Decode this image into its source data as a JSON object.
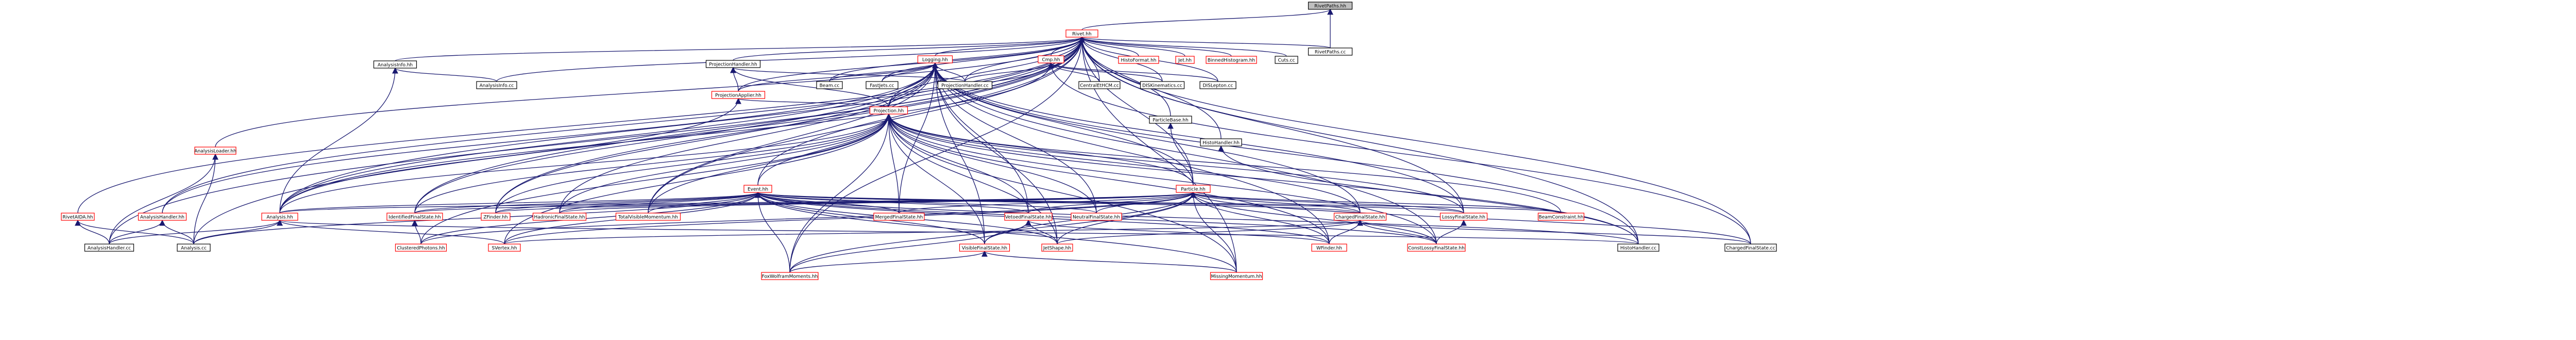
{
  "theme": {
    "edge_color": "#191970",
    "node_border_black": "#000000",
    "node_border_red": "#ff0000",
    "root_fill": "#bfbfbf",
    "background": "#ffffff"
  },
  "graph": {
    "root": "RivetPaths.hh",
    "nodes": [
      {
        "id": "rivetpaths_hh",
        "label": "RivetPaths.hh",
        "style": "root"
      },
      {
        "id": "rivet_hh",
        "label": "Rivet.hh",
        "style": "red"
      },
      {
        "id": "rivetpaths_cc",
        "label": "RivetPaths.cc",
        "style": "black"
      },
      {
        "id": "analysisinfo_hh",
        "label": "AnalysisInfo.hh",
        "style": "black"
      },
      {
        "id": "projectionhandler_hh",
        "label": "ProjectionHandler.hh",
        "style": "black"
      },
      {
        "id": "logging_hh",
        "label": "Logging.hh",
        "style": "red"
      },
      {
        "id": "cmp_hh",
        "label": "Cmp.hh",
        "style": "red"
      },
      {
        "id": "histoformat_hh",
        "label": "HistoFormat.hh",
        "style": "red"
      },
      {
        "id": "jet_hh",
        "label": "Jet.hh",
        "style": "red"
      },
      {
        "id": "binnedhistogram_hh",
        "label": "BinnedHistogram.hh",
        "style": "red"
      },
      {
        "id": "cuts_cc",
        "label": "Cuts.cc",
        "style": "black"
      },
      {
        "id": "analysisinfo_cc",
        "label": "AnalysisInfo.cc",
        "style": "black"
      },
      {
        "id": "beam_cc",
        "label": "Beam.cc",
        "style": "black"
      },
      {
        "id": "fastjets_cc",
        "label": "FastJets.cc",
        "style": "black"
      },
      {
        "id": "projectionhandler_cc",
        "label": "ProjectionHandler.cc",
        "style": "black"
      },
      {
        "id": "centralethcm_cc",
        "label": "CentralEtHCM.cc",
        "style": "black"
      },
      {
        "id": "diskinematics_cc",
        "label": "DISKinematics.cc",
        "style": "black"
      },
      {
        "id": "dislepton_cc",
        "label": "DISLepton.cc",
        "style": "black"
      },
      {
        "id": "projectionapplier_hh",
        "label": "ProjectionApplier.hh",
        "style": "red"
      },
      {
        "id": "projection_hh",
        "label": "Projection.hh",
        "style": "red"
      },
      {
        "id": "particlebase_hh",
        "label": "ParticleBase.hh",
        "style": "black"
      },
      {
        "id": "histohandler_hh",
        "label": "HistoHandler.hh",
        "style": "black"
      },
      {
        "id": "analysisloader_hh",
        "label": "AnalysisLoader.hh",
        "style": "red"
      },
      {
        "id": "event_hh",
        "label": "Event.hh",
        "style": "red"
      },
      {
        "id": "particle_hh",
        "label": "Particle.hh",
        "style": "red"
      },
      {
        "id": "rivetaida_hh",
        "label": "RivetAIDA.hh",
        "style": "red"
      },
      {
        "id": "analysishandler_hh",
        "label": "AnalysisHandler.hh",
        "style": "red"
      },
      {
        "id": "analysis_hh",
        "label": "Analysis.hh",
        "style": "red"
      },
      {
        "id": "identifiedfinalstate_hh",
        "label": "IdentifiedFinalState.hh",
        "style": "red"
      },
      {
        "id": "zfinder_hh",
        "label": "ZFinder.hh",
        "style": "red"
      },
      {
        "id": "hadronicfinalstate_hh",
        "label": "HadronicFinalState.hh",
        "style": "red"
      },
      {
        "id": "totalvisiblemomentum_hh",
        "label": "TotalVisibleMomentum.hh",
        "style": "red"
      },
      {
        "id": "mergedfinalstate_hh",
        "label": "MergedFinalState.hh",
        "style": "red"
      },
      {
        "id": "vetoedfinalstate_hh",
        "label": "VetoedFinalState.hh",
        "style": "red"
      },
      {
        "id": "neutralfinalstate_hh",
        "label": "NeutralFinalState.hh",
        "style": "red"
      },
      {
        "id": "chargedfinalstate_hh",
        "label": "ChargedFinalState.hh",
        "style": "red"
      },
      {
        "id": "lossyfinalstate_hh",
        "label": "LossyFinalState.hh",
        "style": "red"
      },
      {
        "id": "beamconstraint_hh",
        "label": "BeamConstraint.hh",
        "style": "red"
      },
      {
        "id": "analysishandler_cc",
        "label": "AnalysisHandler.cc",
        "style": "black"
      },
      {
        "id": "analysis_cc",
        "label": "Analysis.cc",
        "style": "black"
      },
      {
        "id": "clusteredphotons_hh",
        "label": "ClusteredPhotons.hh",
        "style": "red"
      },
      {
        "id": "sivertex_hh",
        "label": "SVertex.hh",
        "style": "red"
      },
      {
        "id": "visiblefinalstate_hh",
        "label": "VisibleFinalState.hh",
        "style": "red"
      },
      {
        "id": "jetshape_hh",
        "label": "JetShape.hh",
        "style": "red"
      },
      {
        "id": "wfinder_hh",
        "label": "WFinder.hh",
        "style": "red"
      },
      {
        "id": "constlossyfinalstate_hh",
        "label": "ConstLossyFinalState.hh",
        "style": "red"
      },
      {
        "id": "histohandler_cc",
        "label": "HistoHandler.cc",
        "style": "black"
      },
      {
        "id": "chargedfinalstate_cc",
        "label": "ChargedFinalState.cc",
        "style": "black"
      },
      {
        "id": "foxwolframmoments_hh",
        "label": "FoxWolframMoments.hh",
        "style": "red"
      },
      {
        "id": "missingmomentum_hh",
        "label": "MissingMomentum.hh",
        "style": "red"
      }
    ],
    "edges": [
      [
        "rivetpaths_hh",
        "rivet_hh"
      ],
      [
        "rivetpaths_hh",
        "rivetpaths_cc"
      ],
      [
        "rivet_hh",
        "analysisinfo_hh"
      ],
      [
        "rivet_hh",
        "projectionhandler_hh"
      ],
      [
        "rivet_hh",
        "logging_hh"
      ],
      [
        "rivet_hh",
        "cmp_hh"
      ],
      [
        "rivet_hh",
        "histoformat_hh"
      ],
      [
        "rivet_hh",
        "jet_hh"
      ],
      [
        "rivet_hh",
        "binnedhistogram_hh"
      ],
      [
        "rivet_hh",
        "cuts_cc"
      ],
      [
        "rivet_hh",
        "rivetpaths_cc"
      ],
      [
        "rivet_hh",
        "analysisinfo_cc"
      ],
      [
        "rivet_hh",
        "beam_cc"
      ],
      [
        "rivet_hh",
        "fastjets_cc"
      ],
      [
        "rivet_hh",
        "projectionhandler_cc"
      ],
      [
        "rivet_hh",
        "centralethcm_cc"
      ],
      [
        "rivet_hh",
        "diskinematics_cc"
      ],
      [
        "rivet_hh",
        "dislepton_cc"
      ],
      [
        "rivet_hh",
        "particlebase_hh"
      ],
      [
        "rivet_hh",
        "histohandler_hh"
      ],
      [
        "rivet_hh",
        "analysisloader_hh"
      ],
      [
        "rivet_hh",
        "rivetaida_hh"
      ],
      [
        "rivet_hh",
        "analysishandler_hh"
      ],
      [
        "rivet_hh",
        "analysis_hh"
      ],
      [
        "rivet_hh",
        "event_hh"
      ],
      [
        "rivet_hh",
        "particle_hh"
      ],
      [
        "rivet_hh",
        "projection_hh"
      ],
      [
        "rivet_hh",
        "projectionapplier_hh"
      ],
      [
        "rivet_hh",
        "chargedfinalstate_cc"
      ],
      [
        "rivet_hh",
        "histohandler_cc"
      ],
      [
        "rivet_hh",
        "analysishandler_cc"
      ],
      [
        "rivet_hh",
        "analysis_cc"
      ],
      [
        "rivet_hh",
        "identifiedfinalstate_hh"
      ],
      [
        "rivet_hh",
        "totalvisiblemomentum_hh"
      ],
      [
        "rivet_hh",
        "zfinder_hh"
      ],
      [
        "rivet_hh",
        "missingmomentum_hh"
      ],
      [
        "rivet_hh",
        "foxwolframmoments_hh"
      ],
      [
        "rivet_hh",
        "lossyfinalstate_hh"
      ],
      [
        "analysisinfo_hh",
        "analysisinfo_cc"
      ],
      [
        "analysisinfo_hh",
        "analysis_hh"
      ],
      [
        "projectionhandler_hh",
        "projectionapplier_hh"
      ],
      [
        "projectionhandler_hh",
        "projectionhandler_cc"
      ],
      [
        "projectionhandler_hh",
        "projection_hh"
      ],
      [
        "logging_hh",
        "projectionapplier_hh"
      ],
      [
        "logging_hh",
        "projection_hh"
      ],
      [
        "logging_hh",
        "beam_cc"
      ],
      [
        "logging_hh",
        "fastjets_cc"
      ],
      [
        "logging_hh",
        "projectionhandler_cc"
      ],
      [
        "logging_hh",
        "analysis_hh"
      ],
      [
        "logging_hh",
        "analysishandler_hh"
      ],
      [
        "logging_hh",
        "particle_hh"
      ],
      [
        "logging_hh",
        "mergedfinalstate_hh"
      ],
      [
        "logging_hh",
        "vetoedfinalstate_hh"
      ],
      [
        "logging_hh",
        "visiblefinalstate_hh"
      ],
      [
        "logging_hh",
        "neutralfinalstate_hh"
      ],
      [
        "logging_hh",
        "identifiedfinalstate_hh"
      ],
      [
        "logging_hh",
        "hadronicfinalstate_hh"
      ],
      [
        "logging_hh",
        "chargedfinalstate_hh"
      ],
      [
        "logging_hh",
        "lossyfinalstate_hh"
      ],
      [
        "logging_hh",
        "jetshape_hh"
      ],
      [
        "logging_hh",
        "zfinder_hh"
      ],
      [
        "logging_hh",
        "totalvisiblemomentum_hh"
      ],
      [
        "logging_hh",
        "wfinder_hh"
      ],
      [
        "logging_hh",
        "constlossyfinalstate_hh"
      ],
      [
        "logging_hh",
        "histohandler_cc"
      ],
      [
        "cmp_hh",
        "centralethcm_cc"
      ],
      [
        "cmp_hh",
        "diskinematics_cc"
      ],
      [
        "cmp_hh",
        "dislepton_cc"
      ],
      [
        "cmp_hh",
        "projectionhandler_cc"
      ],
      [
        "cmp_hh",
        "projection_hh"
      ],
      [
        "cmp_hh",
        "chargedfinalstate_cc"
      ],
      [
        "cmp_hh",
        "analysis_hh"
      ],
      [
        "projectionapplier_hh",
        "projection_hh"
      ],
      [
        "projectionapplier_hh",
        "analysis_hh"
      ],
      [
        "projection_hh",
        "event_hh"
      ],
      [
        "projection_hh",
        "particle_hh"
      ],
      [
        "projection_hh",
        "identifiedfinalstate_hh"
      ],
      [
        "projection_hh",
        "zfinder_hh"
      ],
      [
        "projection_hh",
        "hadronicfinalstate_hh"
      ],
      [
        "projection_hh",
        "totalvisiblemomentum_hh"
      ],
      [
        "projection_hh",
        "mergedfinalstate_hh"
      ],
      [
        "projection_hh",
        "vetoedfinalstate_hh"
      ],
      [
        "projection_hh",
        "neutralfinalstate_hh"
      ],
      [
        "projection_hh",
        "chargedfinalstate_hh"
      ],
      [
        "projection_hh",
        "lossyfinalstate_hh"
      ],
      [
        "projection_hh",
        "beamconstraint_hh"
      ],
      [
        "projection_hh",
        "visiblefinalstate_hh"
      ],
      [
        "projection_hh",
        "jetshape_hh"
      ],
      [
        "projection_hh",
        "wfinder_hh"
      ],
      [
        "projection_hh",
        "constlossyfinalstate_hh"
      ],
      [
        "projection_hh",
        "analysis_hh"
      ],
      [
        "projection_hh",
        "clusteredphotons_hh"
      ],
      [
        "projection_hh",
        "sivertex_hh"
      ],
      [
        "projection_hh",
        "histohandler_cc"
      ],
      [
        "projection_hh",
        "foxwolframmoments_hh"
      ],
      [
        "projection_hh",
        "missingmomentum_hh"
      ],
      [
        "particlebase_hh",
        "particle_hh"
      ],
      [
        "histohandler_hh",
        "histohandler_cc"
      ],
      [
        "analysisloader_hh",
        "analysis_cc"
      ],
      [
        "analysisloader_hh",
        "analysishandler_cc"
      ],
      [
        "event_hh",
        "analysis_hh"
      ],
      [
        "event_hh",
        "identifiedfinalstate_hh"
      ],
      [
        "event_hh",
        "zfinder_hh"
      ],
      [
        "event_hh",
        "hadronicfinalstate_hh"
      ],
      [
        "event_hh",
        "totalvisiblemomentum_hh"
      ],
      [
        "event_hh",
        "mergedfinalstate_hh"
      ],
      [
        "event_hh",
        "vetoedfinalstate_hh"
      ],
      [
        "event_hh",
        "neutralfinalstate_hh"
      ],
      [
        "event_hh",
        "chargedfinalstate_hh"
      ],
      [
        "event_hh",
        "lossyfinalstate_hh"
      ],
      [
        "event_hh",
        "beamconstraint_hh"
      ],
      [
        "event_hh",
        "clusteredphotons_hh"
      ],
      [
        "event_hh",
        "sivertex_hh"
      ],
      [
        "event_hh",
        "visiblefinalstate_hh"
      ],
      [
        "event_hh",
        "jetshape_hh"
      ],
      [
        "event_hh",
        "wfinder_hh"
      ],
      [
        "event_hh",
        "constlossyfinalstate_hh"
      ],
      [
        "event_hh",
        "foxwolframmoments_hh"
      ],
      [
        "event_hh",
        "missingmomentum_hh"
      ],
      [
        "event_hh",
        "histohandler_cc"
      ],
      [
        "event_hh",
        "analysis_cc"
      ],
      [
        "particle_hh",
        "identifiedfinalstate_hh"
      ],
      [
        "particle_hh",
        "zfinder_hh"
      ],
      [
        "particle_hh",
        "hadronicfinalstate_hh"
      ],
      [
        "particle_hh",
        "vetoedfinalstate_hh"
      ],
      [
        "particle_hh",
        "neutralfinalstate_hh"
      ],
      [
        "particle_hh",
        "chargedfinalstate_hh"
      ],
      [
        "particle_hh",
        "lossyfinalstate_hh"
      ],
      [
        "particle_hh",
        "beamconstraint_hh"
      ],
      [
        "particle_hh",
        "visiblefinalstate_hh"
      ],
      [
        "particle_hh",
        "jetshape_hh"
      ],
      [
        "particle_hh",
        "wfinder_hh"
      ],
      [
        "particle_hh",
        "constlossyfinalstate_hh"
      ],
      [
        "particle_hh",
        "clusteredphotons_hh"
      ],
      [
        "particle_hh",
        "sivertex_hh"
      ],
      [
        "particle_hh",
        "foxwolframmoments_hh"
      ],
      [
        "particle_hh",
        "missingmomentum_hh"
      ],
      [
        "particle_hh",
        "analysis_hh"
      ],
      [
        "particle_hh",
        "mergedfinalstate_hh"
      ],
      [
        "particle_hh",
        "chargedfinalstate_cc"
      ],
      [
        "rivetaida_hh",
        "analysishandler_cc"
      ],
      [
        "rivetaida_hh",
        "analysis_cc"
      ],
      [
        "analysishandler_hh",
        "analysishandler_cc"
      ],
      [
        "analysishandler_hh",
        "analysis_cc"
      ],
      [
        "analysis_hh",
        "analysis_cc"
      ],
      [
        "analysis_hh",
        "analysishandler_cc"
      ],
      [
        "analysis_hh",
        "sivertex_hh"
      ],
      [
        "analysis_hh",
        "histohandler_cc"
      ],
      [
        "identifiedfinalstate_hh",
        "clusteredphotons_hh"
      ],
      [
        "vetoedfinalstate_hh",
        "visiblefinalstate_hh"
      ],
      [
        "vetoedfinalstate_hh",
        "jetshape_hh"
      ],
      [
        "vetoedfinalstate_hh",
        "wfinder_hh"
      ],
      [
        "vetoedfinalstate_hh",
        "foxwolframmoments_hh"
      ],
      [
        "chargedfinalstate_hh",
        "wfinder_hh"
      ],
      [
        "chargedfinalstate_hh",
        "jetshape_hh"
      ],
      [
        "chargedfinalstate_hh",
        "constlossyfinalstate_hh"
      ],
      [
        "chargedfinalstate_hh",
        "sivertex_hh"
      ],
      [
        "chargedfinalstate_hh",
        "chargedfinalstate_cc"
      ],
      [
        "lossyfinalstate_hh",
        "constlossyfinalstate_hh"
      ],
      [
        "visiblefinalstate_hh",
        "foxwolframmoments_hh"
      ],
      [
        "visiblefinalstate_hh",
        "missingmomentum_hh"
      ]
    ]
  }
}
